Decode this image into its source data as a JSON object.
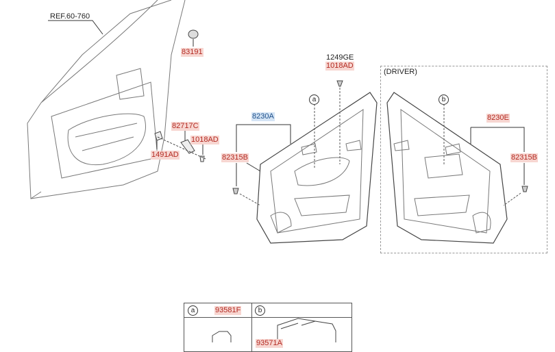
{
  "labels": {
    "ref": "REF.60-760",
    "p83191": "83191",
    "p82717c": "82717C",
    "p1018ad_left": "1018AD",
    "p1491ad": "1491AD",
    "p1249ge": "1249GE",
    "p1018ad_top": "1018AD",
    "p8230a": "8230A",
    "p82315b_left": "82315B",
    "driver": "(DRIVER)",
    "p8230e": "8230E",
    "p82315b_right": "82315B"
  },
  "callouts": {
    "a": "a",
    "b": "b"
  },
  "table": {
    "col_a": {
      "key": "a",
      "part": "93581F"
    },
    "col_b": {
      "key": "b",
      "part": "93571A"
    }
  },
  "colors": {
    "highlight_pink": "#f7d6d1",
    "highlight_blue": "#d4e4f5"
  }
}
